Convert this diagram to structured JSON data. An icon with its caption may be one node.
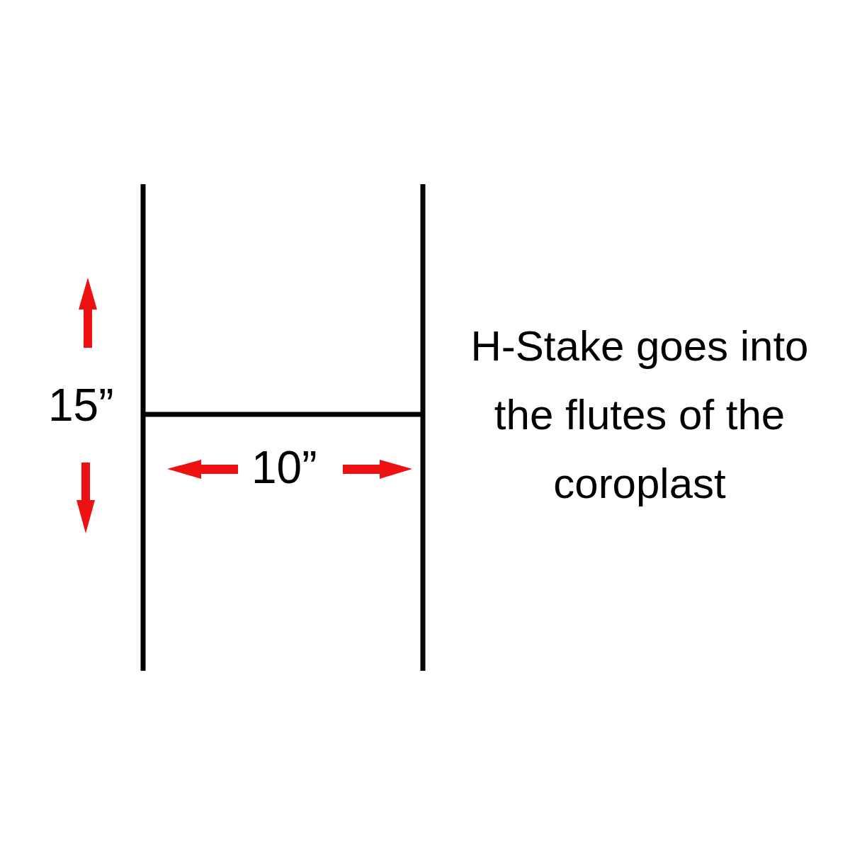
{
  "diagram": {
    "labels": [
      "15”",
      "10”",
      "H-Stake goes into the flutes of the coroplast"
    ]
  }
}
